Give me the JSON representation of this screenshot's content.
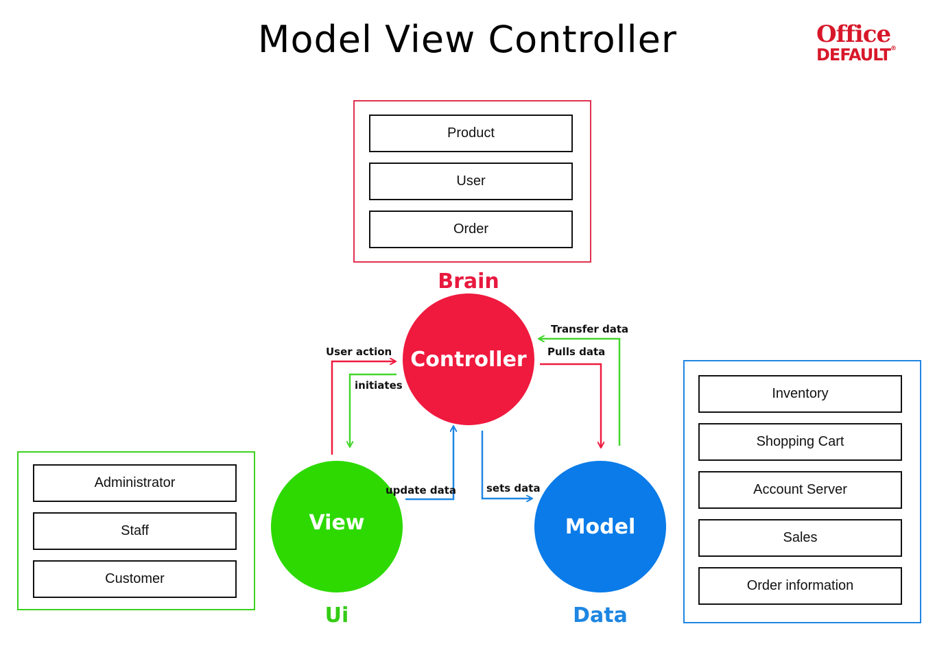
{
  "title": "Model View Controller",
  "logo": {
    "line1": "Office",
    "line2": "DEFAULT"
  },
  "colors": {
    "controller": "#ef1a3e",
    "view": "#2dd900",
    "model": "#0a7be8",
    "green_line": "#44d62c"
  },
  "controller": {
    "label": "Controller",
    "tag": "Brain",
    "items": [
      "Product",
      "User",
      "Order"
    ]
  },
  "view": {
    "label": "View",
    "tag": "Ui",
    "items": [
      "Administrator",
      "Staff",
      "Customer"
    ]
  },
  "model": {
    "label": "Model",
    "tag": "Data",
    "items": [
      "Inventory",
      "Shopping Cart",
      "Account Server",
      "Sales",
      "Order information"
    ]
  },
  "arrows": {
    "user_action": "User action",
    "initiates": "initiates",
    "transfer_data": "Transfer data",
    "pulls_data": "Pulls data",
    "update_data": "update data",
    "sets_data": "sets data"
  }
}
